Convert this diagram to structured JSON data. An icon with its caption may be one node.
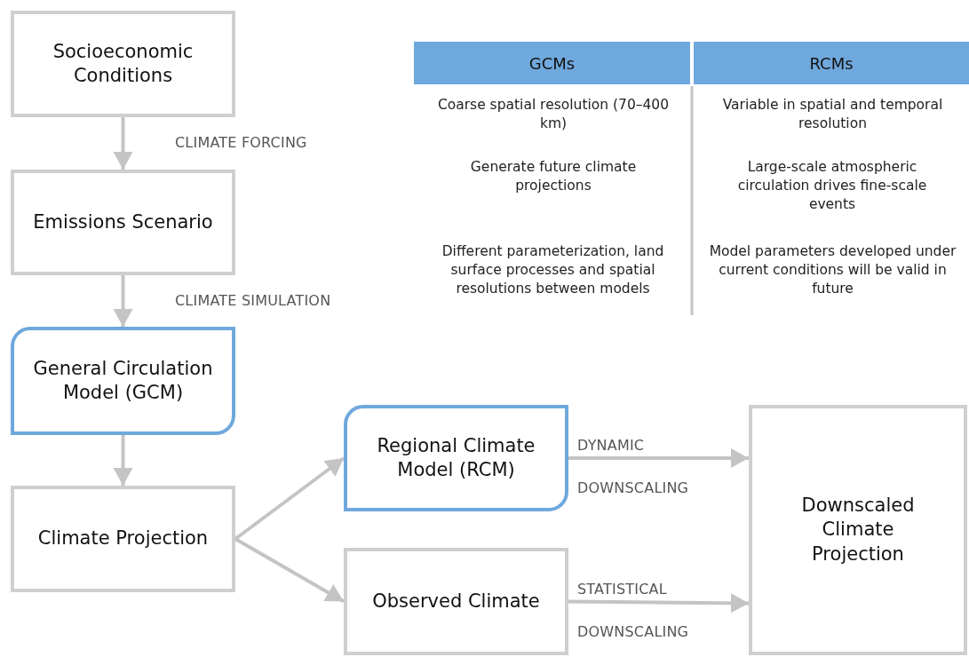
{
  "diagram": {
    "nodes": [
      {
        "text": [
          "Socioeconomic Conditions"
        ]
      },
      {
        "text": [
          "Emissions Scenario"
        ]
      },
      {
        "text": [
          "General Circulation Model (GCM)"
        ]
      },
      {
        "text": [
          "Climate Projection"
        ]
      },
      {
        "text": [
          "Regional Climate Model (RCM)"
        ]
      },
      {
        "text": [
          "Observed Climate"
        ]
      },
      {
        "text": [
          "Downscaled Climate Projection"
        ]
      }
    ],
    "edges": [
      {
        "from": 0,
        "to": 1,
        "arrow": "to",
        "label": "CLIMATE FORCING"
      },
      {
        "from": 1,
        "to": 2,
        "arrow": "to",
        "label": "CLIMATE SIMULATION"
      },
      {
        "from": 2,
        "to": 3,
        "arrow": "to"
      },
      {
        "from": 3,
        "to": 4,
        "arrow": "to"
      },
      {
        "from": 3,
        "to": 5,
        "arrow": "to"
      },
      {
        "from": 4,
        "to": 6,
        "arrow": "to",
        "label": "DYNAMIC DOWNSCALING"
      },
      {
        "from": 5,
        "to": 6,
        "arrow": "to",
        "label": "STATISTICAL DOWNSCALING"
      }
    ],
    "labels": [
      "GCMs",
      "RCMs",
      "Coarse spatial resolution (70–400 km)",
      "Variable in spatial and temporal resolution",
      "Generate future climate projections",
      "Large-scale atmospheric circulation drives fine-scale events",
      "Different parameterization, land surface processes and spatial resolutions between models",
      "Model parameters developed under current conditions will be valid in future"
    ]
  }
}
